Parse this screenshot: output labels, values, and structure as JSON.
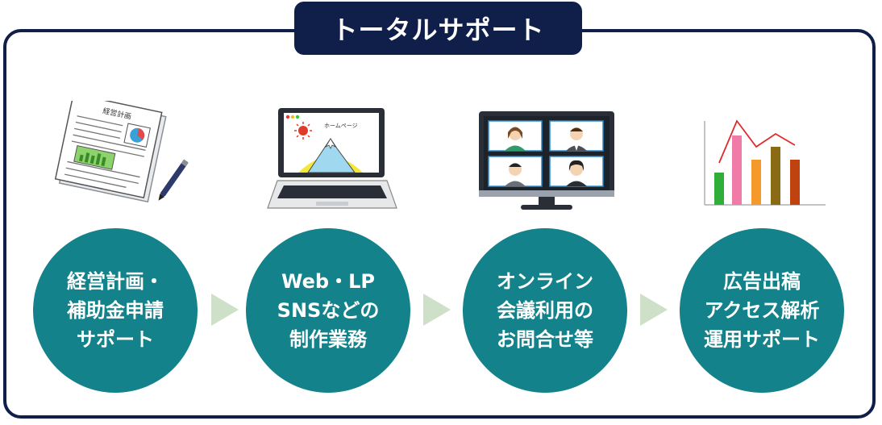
{
  "title": "トータルサポート",
  "steps": [
    {
      "lines": [
        "経営計画・",
        "補助金申請",
        "サポート"
      ]
    },
    {
      "lines": [
        "Web・LP",
        "SNSなどの",
        "制作業務"
      ]
    },
    {
      "lines": [
        "オンライン",
        "会議利用の",
        "お問合せ等"
      ]
    },
    {
      "lines": [
        "広告出稿",
        "アクセス解析",
        "運用サポート"
      ]
    }
  ],
  "illustration_text": {
    "document_heading": "経営計画",
    "laptop_screen_title": "ホームページ"
  },
  "colors": {
    "navy": "#0f1f4a",
    "teal": "#14828a",
    "arrow": "#cfe0c8"
  }
}
